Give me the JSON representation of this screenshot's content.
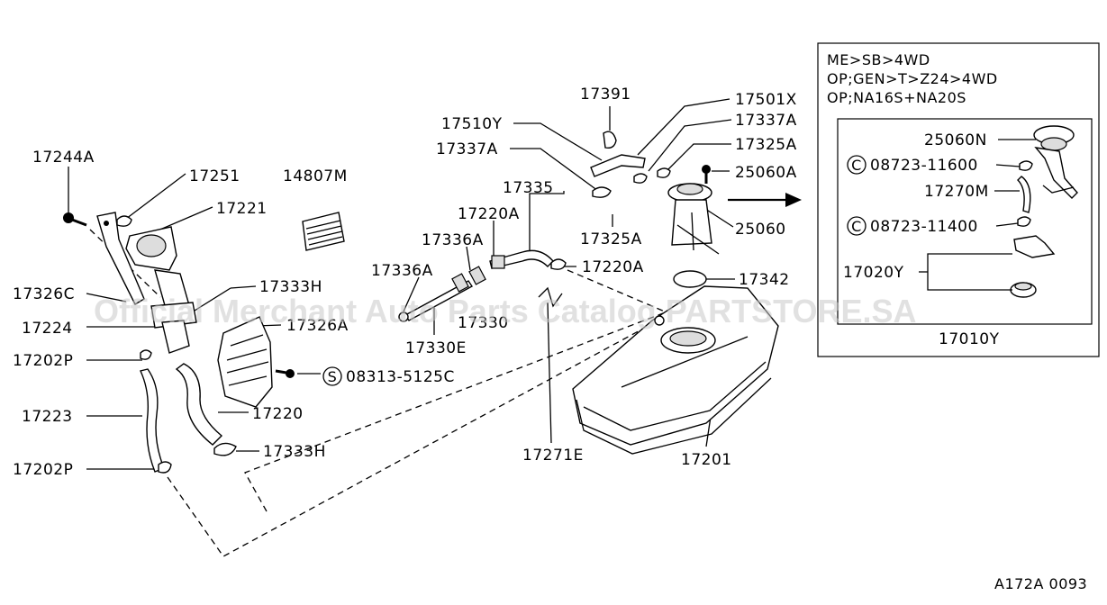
{
  "watermark": "Official Merchant Auto Parts Catalog PARTSTORE.SA",
  "figure_code": "A172A 0093",
  "labels": {
    "p17244A": "17244A",
    "p17251": "17251",
    "p17221": "17221",
    "p14807M": "14807M",
    "p17326C": "17326C",
    "p17224": "17224",
    "p17333H_top": "17333H",
    "p17326A": "17326A",
    "p17202P_top": "17202P",
    "p08313": "08313-5125C",
    "p17223": "17223",
    "p17220": "17220",
    "p17333H_bot": "17333H",
    "p17202P_bot": "17202P",
    "p17391": "17391",
    "p17510Y": "17510Y",
    "p17337A_left": "17337A",
    "p17335": "17335",
    "p17220A_left": "17220A",
    "p17336A_a": "17336A",
    "p17336A_b": "17336A",
    "p17330": "17330",
    "p17330E": "17330E",
    "p17325A_bot": "17325A",
    "p17220A_right": "17220A",
    "p17501X": "17501X",
    "p17337A_right": "17337A",
    "p17325A_right": "17325A",
    "p25060A": "25060A",
    "p25060": "25060",
    "p17342": "17342",
    "p17271E": "17271E",
    "p17201": "17201"
  },
  "inset": {
    "cond1": "ME>SB>4WD",
    "cond2": "OP;GEN>T>Z24>4WD",
    "cond3": "OP;NA16S+NA20S",
    "p25060N": "25060N",
    "p08723_11600": "08723-11600",
    "p17270M": "17270M",
    "p08723_11400": "08723-11400",
    "p17020Y": "17020Y",
    "p17010Y": "17010Y",
    "circle_c": "C"
  },
  "symbol_s": "S"
}
